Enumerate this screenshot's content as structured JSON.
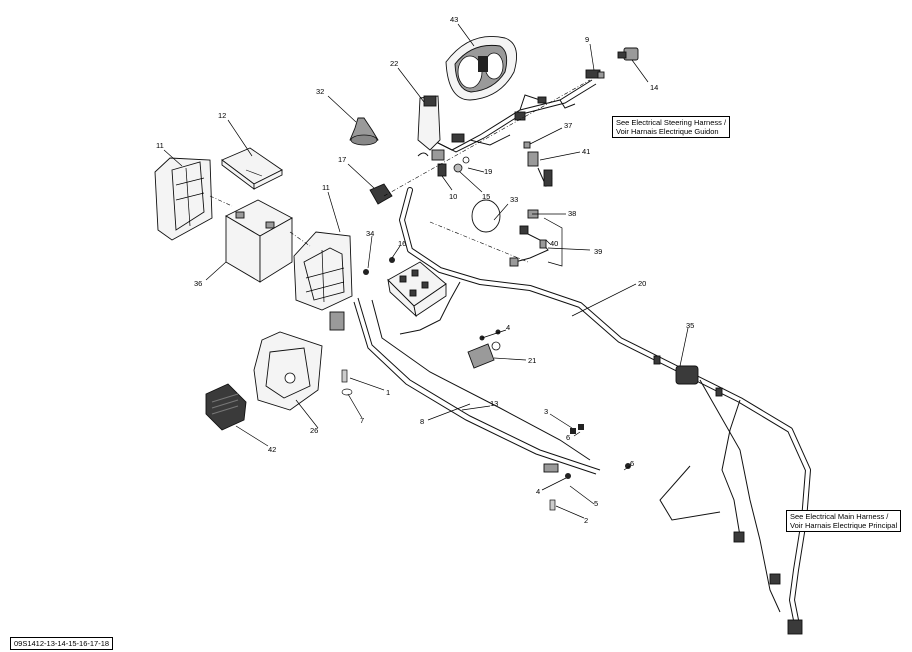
{
  "callouts": [
    {
      "label": "43"
    },
    {
      "label": "9"
    },
    {
      "label": "14"
    },
    {
      "label": "22"
    },
    {
      "label": "32"
    },
    {
      "label": "12"
    },
    {
      "label": "11"
    },
    {
      "label": "37"
    },
    {
      "label": "17"
    },
    {
      "label": "19"
    },
    {
      "label": "41"
    },
    {
      "label": "10"
    },
    {
      "label": "15"
    },
    {
      "label": "11"
    },
    {
      "label": "33"
    },
    {
      "label": "38"
    },
    {
      "label": "34"
    },
    {
      "label": "16"
    },
    {
      "label": "40"
    },
    {
      "label": "39"
    },
    {
      "label": "36"
    },
    {
      "label": "20"
    },
    {
      "label": "4"
    },
    {
      "label": "35"
    },
    {
      "label": "21"
    },
    {
      "label": "1"
    },
    {
      "label": "7"
    },
    {
      "label": "8"
    },
    {
      "label": "13"
    },
    {
      "label": "3"
    },
    {
      "label": "6"
    },
    {
      "label": "26"
    },
    {
      "label": "42"
    },
    {
      "label": "6"
    },
    {
      "label": "4"
    },
    {
      "label": "5"
    },
    {
      "label": "2"
    }
  ],
  "notes": {
    "steering": {
      "line1": "See Electrical Steering Harness /",
      "line2": "Voir Harnais Electrique Guidon"
    },
    "main": {
      "line1": "See Electrical Main Harness /",
      "line2": "Voir Harnais Electrique Principal"
    }
  },
  "reference_code": "09S1412-13-14-15-16-17-18"
}
